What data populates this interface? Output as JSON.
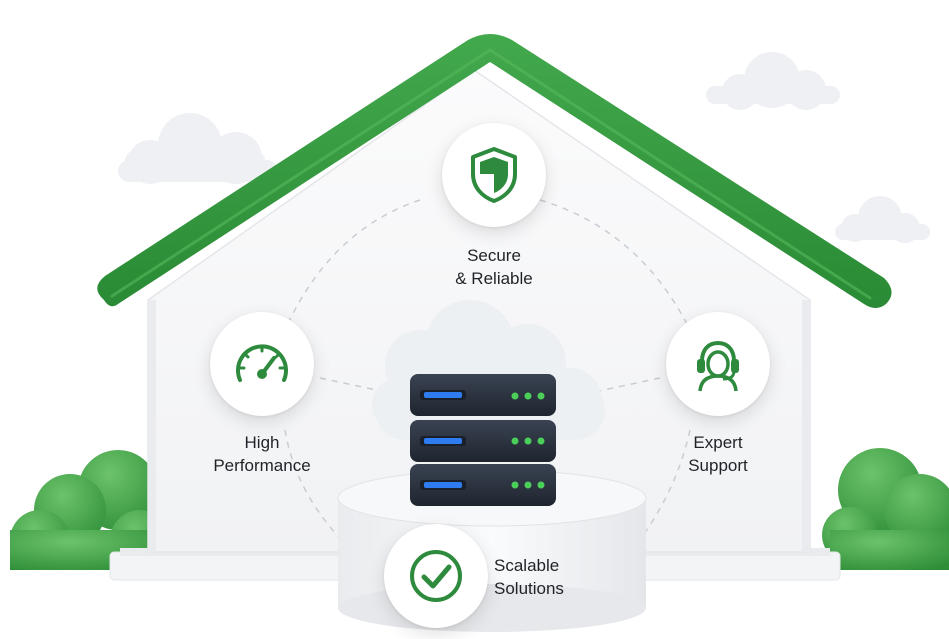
{
  "features": {
    "secure": {
      "line1": "Secure",
      "line2": "& Reliable",
      "icon": "shield-icon"
    },
    "performance": {
      "line1": "High",
      "line2": "Performance",
      "icon": "speedometer-icon"
    },
    "support": {
      "line1": "Expert",
      "line2": "Support",
      "icon": "headset-agent-icon"
    },
    "scalable": {
      "line1": "Scalable",
      "line2": "Solutions",
      "icon": "checkmark-circle-icon"
    }
  },
  "colors": {
    "brand_green": "#2e8b3e",
    "roof_green": "#3a9d45",
    "server_dark": "#2b3340",
    "server_led_blue": "#2f7cf0",
    "server_led_green": "#4ccf5a"
  }
}
